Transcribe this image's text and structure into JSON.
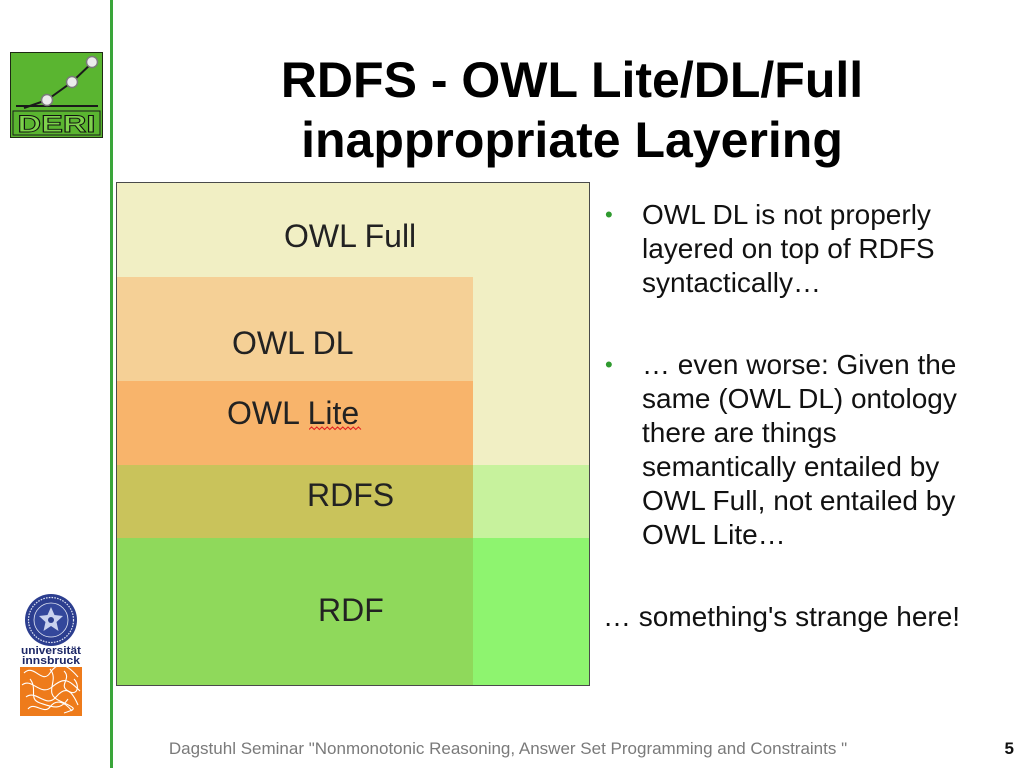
{
  "slide": {
    "title": "RDFS - OWL Lite/DL/Full inappropriate Layering",
    "footer": "Dagstuhl Seminar \"Nonmonotonic Reasoning, Answer Set Programming and Constraints \"",
    "page_number": "5"
  },
  "logos": {
    "deri": {
      "lettering": "DERI"
    },
    "innsbruck": {
      "line1": "universität",
      "line2": "innsbruck"
    }
  },
  "diagram": {
    "layers": [
      {
        "label": "OWL Full",
        "color": "#f1efc4"
      },
      {
        "label": "OWL DL",
        "color": "#f5d096"
      },
      {
        "label": "OWL Lite",
        "color": "#f8b46b"
      },
      {
        "label": "RDFS",
        "color": "#c9c35b",
        "side_color": "#c7f29d"
      },
      {
        "label": "RDF",
        "color": "#8fd95b",
        "side_color": "#8ef46f"
      }
    ],
    "border_color": "#4a4a4a"
  },
  "bullet_marker": "•",
  "bullets": [
    {
      "text": "OWL DL is not properly layered on top of RDFS syntactically…"
    },
    {
      "text": "… even worse: Given the same (OWL DL) ontology there are things semantically entailed by OWL Full, not entailed by OWL Lite…"
    }
  ],
  "note": "… something's strange here!",
  "colors": {
    "accent_green": "#3aa53a",
    "bullet_marker": "#2f9a2f",
    "footer_text": "#7a7a7a",
    "spellcheck_underline": "#e02020"
  }
}
